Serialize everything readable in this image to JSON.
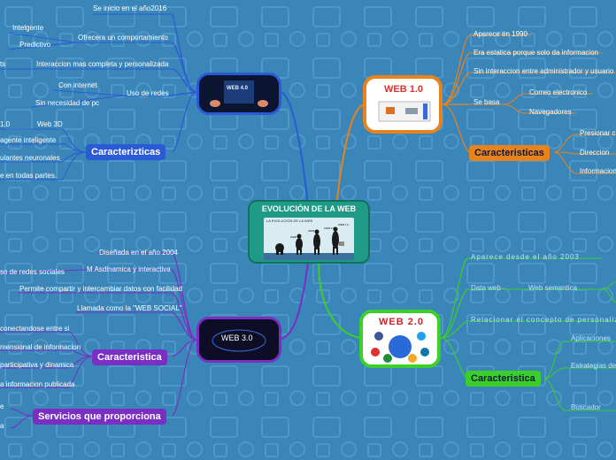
{
  "center": {
    "title": "EVOLUCIÓN DE LA WEB",
    "image_caption": "LA EVOLUCIÓN DE LA WEB",
    "stage_labels": [
      "WEB 1.0",
      "WEB 2.0",
      "WEB 3.0",
      "WEB 4.0"
    ]
  },
  "web4": {
    "image_label": "WEB 4.0",
    "top_items": [
      "Se inicio en el año2016",
      "Intelgente",
      "Ofrecera un comportamiento",
      "Predictivo",
      "Interaccion mas completa y personalizada",
      "ts",
      "Con internet",
      "Uso de redes",
      "Sin necesidad de pc"
    ],
    "header": "Caracterizticas",
    "items": [
      "1.0",
      "Web 3D",
      "agente inteligente",
      "ulantes neuronales",
      "e en todas partes."
    ]
  },
  "web3": {
    "image_label": "WEB 3.0",
    "top_items": [
      "Diseñada en el año 2004",
      "M Asdinamica y interactiva",
      "so de redes sociales",
      "Permite compartir y intercambiar datos con facilidad",
      "Llamada como la \"WEB SOCIAL\""
    ],
    "header": "Caracteristica",
    "items": [
      "conectandose entre si",
      "mensional de informacion",
      "participativa y dinamica",
      "a informacion publicada"
    ],
    "services_header": "Servicios que proporciona",
    "services_items": [
      "e",
      "a"
    ]
  },
  "web1": {
    "image_label": "WEB 1.0",
    "top_items": [
      "Aparece en 1990",
      "Era estatica porque solo da informacion",
      "Sin interaccion entre administrador y usuario",
      "Se basa",
      "Correo electronico",
      "Navegadores"
    ],
    "header": "Caracteristicas",
    "items": [
      "Presionar c",
      "Direccion",
      "Informacion"
    ]
  },
  "web2": {
    "image_label": "WEB 2.0",
    "top_items": [
      "Aparece desde el año 2003",
      "Data web",
      "Web semantica",
      "Relacionar el concepto de personalizacion"
    ],
    "header": "Caracteristica",
    "items": [
      "Aplicaciones",
      "Estrategias de",
      "Buscador"
    ]
  },
  "colors": {
    "background": "#3a86b8",
    "web4": "#2a5ad6",
    "web3": "#7a2ec4",
    "web1": "#e8821c",
    "web2": "#3ccf2a"
  }
}
